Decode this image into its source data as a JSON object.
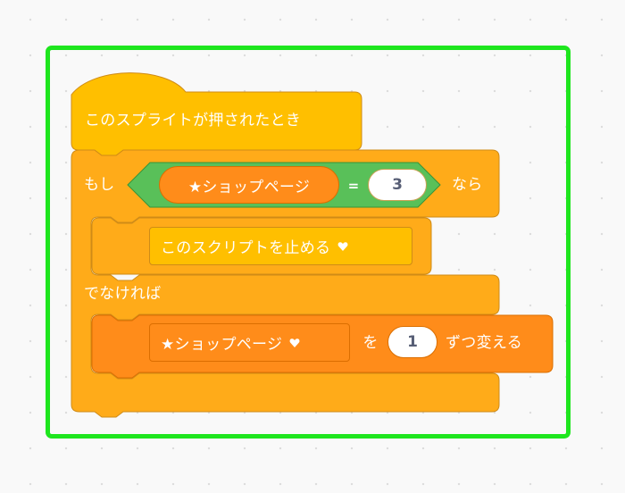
{
  "script": {
    "hat_block": {
      "label": "このスプライトが押されたとき"
    },
    "if_else_block": {
      "if_label": "もし",
      "then_label": "なら",
      "else_label": "でなければ",
      "condition": {
        "variable": "★ショップページ",
        "operator": "=",
        "value": "3"
      },
      "then_branch": {
        "stop_block": {
          "option": "このスクリプトを止める"
        }
      },
      "else_branch": {
        "change_block": {
          "variable": "★ショップページ",
          "particle": "を",
          "amount": "1",
          "suffix": "ずつ変える"
        }
      }
    }
  },
  "colors": {
    "control": "#ffab19",
    "events": "#ffbf00",
    "variables": "#ff8c1a",
    "operators": "#59c059",
    "selection": "#1ee61e"
  }
}
